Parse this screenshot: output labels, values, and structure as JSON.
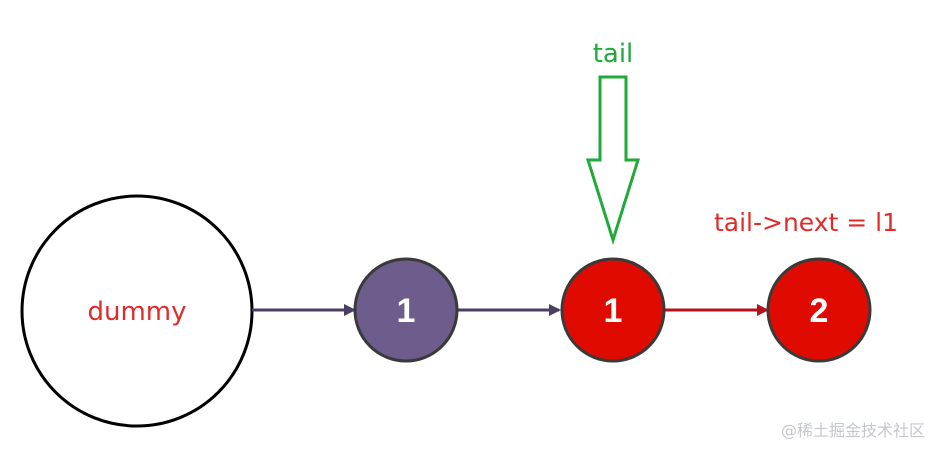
{
  "diagram": {
    "dummy": {
      "label": "dummy",
      "text_color": "#e12b2b"
    },
    "nodes": [
      {
        "value": "1",
        "fill": "#6e5c8c"
      },
      {
        "value": "1",
        "fill": "#e00b00"
      },
      {
        "value": "2",
        "fill": "#e00b00"
      }
    ],
    "arrows": [
      {
        "from": "dummy",
        "to": "node-1",
        "color": "#4a3f63"
      },
      {
        "from": "node-1",
        "to": "node-2",
        "color": "#4a3f63"
      },
      {
        "from": "node-2",
        "to": "node-3",
        "color": "#b5121b"
      }
    ],
    "tail_pointer": {
      "label": "tail",
      "color": "#1faa3a"
    },
    "annotation": {
      "text": "tail->next = l1",
      "color": "#e12b2b"
    }
  },
  "watermark": "@稀土掘金技术社区"
}
